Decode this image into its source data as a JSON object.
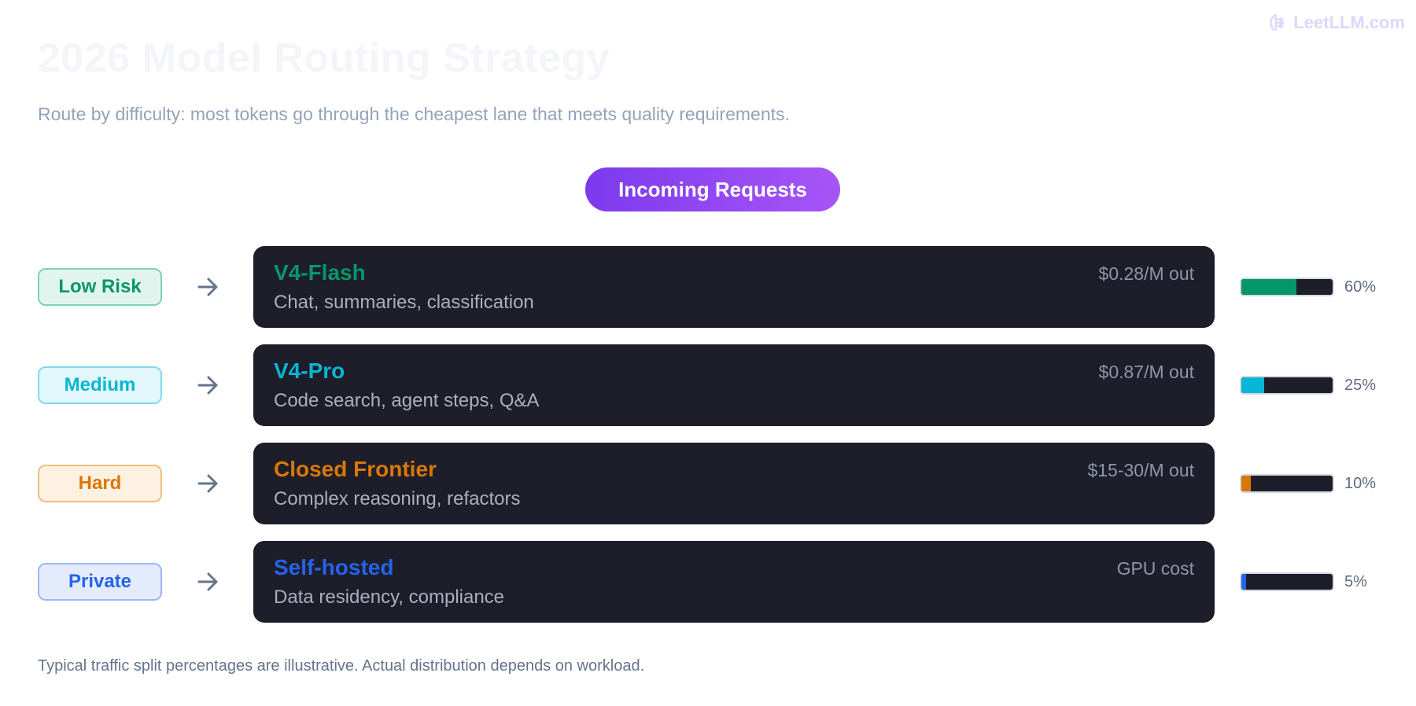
{
  "brand": {
    "text": "LeetLLM.com",
    "icon": "brain-icon",
    "color": "#ddd6fe"
  },
  "title": "2026 Model Routing Strategy",
  "subtitle": "Route by difficulty: most tokens go through the cheapest lane that meets quality requirements.",
  "incoming": {
    "label": "Incoming Requests",
    "gradient": [
      "#7c3aed",
      "#a855f7"
    ]
  },
  "lanes": [
    {
      "badge": "Low Risk",
      "model": "V4-Flash",
      "description": "Chat, summaries, classification",
      "price": "$0.28/M out",
      "share": 60,
      "share_label": "60%",
      "color": "#059669",
      "badge_bg": "#e1f5ee",
      "badge_border": "#7ed3b3"
    },
    {
      "badge": "Medium",
      "model": "V4-Pro",
      "description": "Code search, agent steps, Q&A",
      "price": "$0.87/M out",
      "share": 25,
      "share_label": "25%",
      "color": "#06b6d4",
      "badge_bg": "#e1f7fb",
      "badge_border": "#7fdbea"
    },
    {
      "badge": "Hard",
      "model": "Closed Frontier",
      "description": "Complex reasoning, refactors",
      "price": "$15-30/M out",
      "share": 10,
      "share_label": "10%",
      "color": "#d97706",
      "badge_bg": "#fdf1e1",
      "badge_border": "#f0be7e"
    },
    {
      "badge": "Private",
      "model": "Self-hosted",
      "description": "Data residency, compliance",
      "price": "GPU cost",
      "share": 5,
      "share_label": "5%",
      "color": "#2563eb",
      "badge_bg": "#e4ebfd",
      "badge_border": "#9db7f5"
    }
  ],
  "arrow_color": "#64748b",
  "card_bg": "#1e1e2a",
  "footnote": "Typical traffic split percentages are illustrative. Actual distribution depends on workload."
}
